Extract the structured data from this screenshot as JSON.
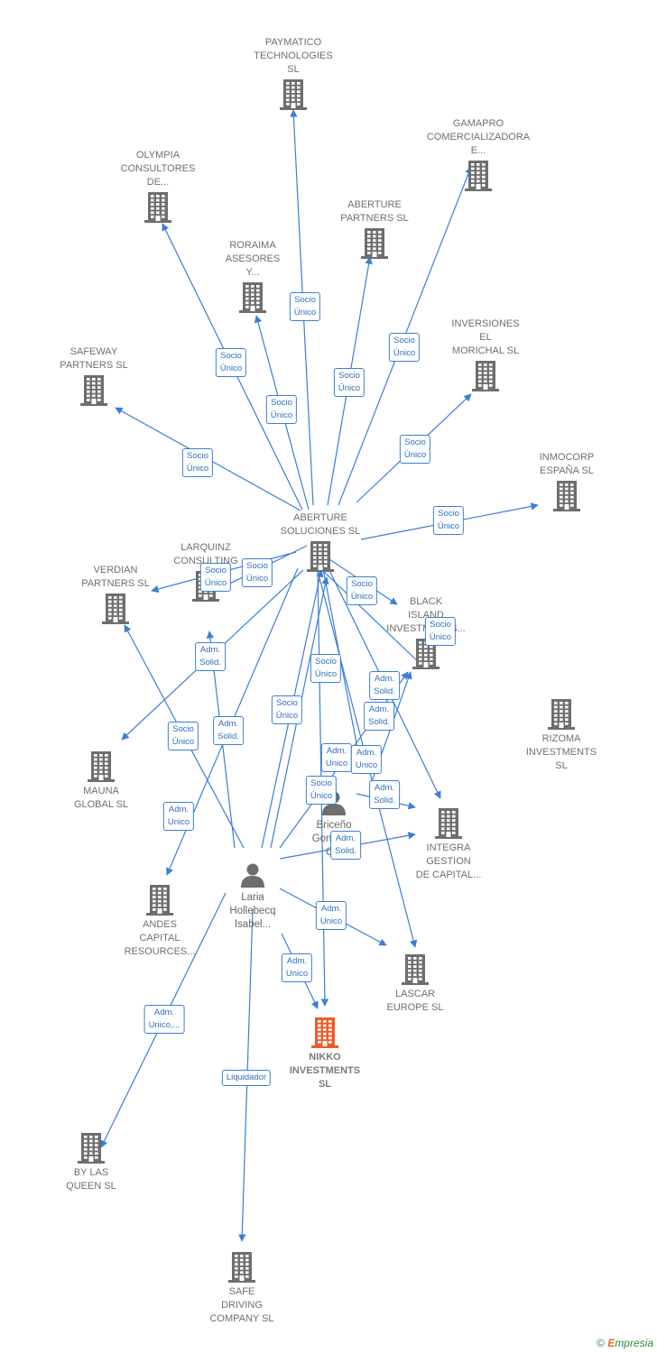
{
  "colors": {
    "edge": "#3a7fd5",
    "company": "#6e6e6e",
    "highlight": "#ef5a29",
    "text": "#6f6f6f"
  },
  "nodes": [
    {
      "id": "paymatico",
      "label": "PAYMATICO\nTECHNOLOGIES\nSL",
      "type": "company"
    },
    {
      "id": "gamapro",
      "label": "GAMAPRO\nCOMERCIALIZADORA\nE...",
      "type": "company"
    },
    {
      "id": "olympia",
      "label": "OLYMPIA\nCONSULTORES\nDE...",
      "type": "company"
    },
    {
      "id": "aberture_partners",
      "label": "ABERTURE\nPARTNERS SL",
      "type": "company"
    },
    {
      "id": "roraima",
      "label": "RORAIMA\nASESORES\nY...",
      "type": "company"
    },
    {
      "id": "inversiones",
      "label": "INVERSIONES\nEL\nMORICHAL SL",
      "type": "company"
    },
    {
      "id": "safeway",
      "label": "SAFEWAY\nPARTNERS SL",
      "type": "company"
    },
    {
      "id": "inmocorp",
      "label": "INMOCORP\nESPAÑA SL",
      "type": "company"
    },
    {
      "id": "aberture_sol",
      "label": "ABERTURE\nSOLUCIONES SL",
      "type": "company"
    },
    {
      "id": "larquinz",
      "label": "LARQUINZ\nCONSULTING",
      "type": "company"
    },
    {
      "id": "verdian",
      "label": "VERDIAN\nPARTNERS SL",
      "type": "company"
    },
    {
      "id": "black_island",
      "label": "BLACK\nISLAND\nINVESTMENTS...",
      "type": "company"
    },
    {
      "id": "rizoma",
      "label": "RIZOMA\nINVESTMENTS\nSL",
      "type": "company"
    },
    {
      "id": "mauna",
      "label": "MAUNA\nGLOBAL SL",
      "type": "company"
    },
    {
      "id": "briceno",
      "label": "Briceño\nGonzalez\nC...",
      "type": "person"
    },
    {
      "id": "integra",
      "label": "INTEGRA\nGESTION\nDE CAPITAL...",
      "type": "company"
    },
    {
      "id": "laria",
      "label": "Laria\nHollebecq\nIsabel...",
      "type": "person"
    },
    {
      "id": "andes",
      "label": "ANDES\nCAPITAL\nRESOURCES...",
      "type": "company"
    },
    {
      "id": "lascar",
      "label": "LASCAR\nEUROPE SL",
      "type": "company"
    },
    {
      "id": "nikko",
      "label": "NIKKO\nINVESTMENTS\nSL",
      "type": "main"
    },
    {
      "id": "bylasqueen",
      "label": "BY LAS\nQUEEN SL",
      "type": "company"
    },
    {
      "id": "safedriving",
      "label": "SAFE\nDRIVING\nCOMPANY SL",
      "type": "company"
    }
  ],
  "edge_labels": [
    "Socio\nÚnico",
    "Socio\nÚnico",
    "Socio\nÚnico",
    "Socio\nÚnico",
    "Socio\nÚnico",
    "Socio\nÚnico",
    "Socio\nÚnico",
    "Socio\nÚnico",
    "Socio\nÚnico",
    "Socio\nÚnico",
    "Socio\nÚnico",
    "Socio\nÚnico",
    "Socio\nÚnico",
    "Adm.\nSolid.",
    "Socio\nÚnico",
    "Adm.\nSolid.",
    "Adm.\nSolid.",
    "Socio\nÚnico",
    "Adm.\nSolid.",
    "Adm.\nUnico",
    "Adm.\nUnico",
    "Adm.\nSolid.",
    "Socio\nÚnico",
    "Adm.\nUnico",
    "Adm.\nSolid.",
    "Adm.\nUnico",
    "Adm.\nUnico",
    "Adm.\nUnico,...",
    "Liquidador"
  ],
  "footer": {
    "copyright": "©",
    "brand_first": "E",
    "brand_rest": "mpresia"
  }
}
